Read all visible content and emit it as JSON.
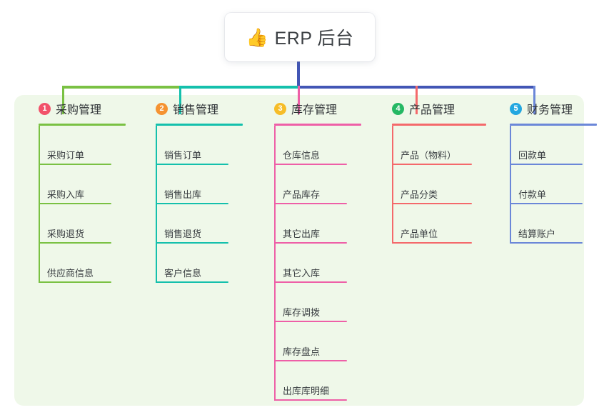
{
  "root": {
    "icon": "thumbs-up-emoji",
    "icon_glyph": "👍",
    "title": "ERP 后台"
  },
  "palette": {
    "panel_bg": "#eff8e9",
    "stem": "#4256b5",
    "col1": "#7ac143",
    "col2": "#14c0ac",
    "col3": "#ee5fa7",
    "col4": "#f4696b",
    "col5": "#6b87d8",
    "badge1": "#f2526a",
    "badge2": "#f59331",
    "badge3": "#f6bd28",
    "badge4": "#25b864",
    "badge5": "#23a7e0"
  },
  "columns": [
    {
      "number": "1",
      "title": "采购管理",
      "badge_color": "#f2526a",
      "line_color": "#7ac143",
      "items": [
        {
          "label": "采购订单"
        },
        {
          "label": "采购入库"
        },
        {
          "label": "采购退货"
        },
        {
          "label": "供应商信息"
        }
      ]
    },
    {
      "number": "2",
      "title": "销售管理",
      "badge_color": "#f59331",
      "line_color": "#14c0ac",
      "items": [
        {
          "label": "销售订单"
        },
        {
          "label": "销售出库"
        },
        {
          "label": "销售退货"
        },
        {
          "label": "客户信息"
        }
      ]
    },
    {
      "number": "3",
      "title": "库存管理",
      "badge_color": "#f6bd28",
      "line_color": "#ee5fa7",
      "items": [
        {
          "label": "仓库信息"
        },
        {
          "label": "产品库存"
        },
        {
          "label": "其它出库"
        },
        {
          "label": "其它入库"
        },
        {
          "label": "库存调拨"
        },
        {
          "label": "库存盘点"
        },
        {
          "label": "出库库明细"
        }
      ]
    },
    {
      "number": "4",
      "title": "产品管理",
      "badge_color": "#25b864",
      "line_color": "#f4696b",
      "items": [
        {
          "label": "产品（物料）"
        },
        {
          "label": "产品分类"
        },
        {
          "label": "产品单位"
        }
      ]
    },
    {
      "number": "5",
      "title": "财务管理",
      "badge_color": "#23a7e0",
      "line_color": "#6b87d8",
      "items": [
        {
          "label": "回款单"
        },
        {
          "label": "付款单"
        },
        {
          "label": "结算账户"
        }
      ]
    }
  ]
}
